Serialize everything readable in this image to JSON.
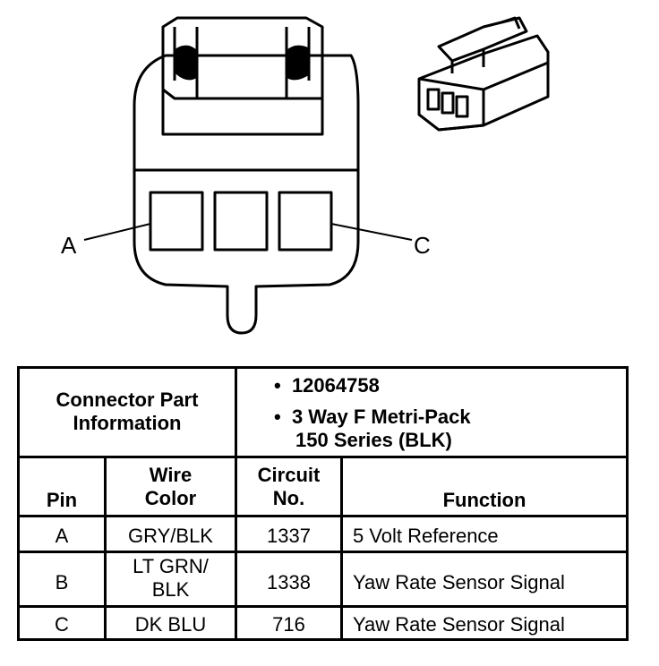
{
  "pins": {
    "a": "A",
    "c": "C"
  },
  "connector_info": {
    "label_line1": "Connector Part",
    "label_line2": "Information",
    "bullet": "•",
    "part_number": "12064758",
    "type_line1": "3 Way F Metri-Pack",
    "type_line2": "150 Series (BLK)"
  },
  "headers": {
    "pin": "Pin",
    "wire_color_line1": "Wire",
    "wire_color_line2": "Color",
    "circuit_line1": "Circuit",
    "circuit_line2": "No.",
    "function": "Function"
  },
  "rows": [
    {
      "pin": "A",
      "wire_line1": "GRY/BLK",
      "wire_line2": "",
      "circuit": "1337",
      "function": "5 Volt Reference"
    },
    {
      "pin": "B",
      "wire_line1": "LT GRN/",
      "wire_line2": "BLK",
      "circuit": "1338",
      "function": "Yaw Rate Sensor Signal"
    },
    {
      "pin": "C",
      "wire_line1": "DK BLU",
      "wire_line2": "",
      "circuit": "716",
      "function": "Yaw Rate Sensor Signal"
    }
  ]
}
